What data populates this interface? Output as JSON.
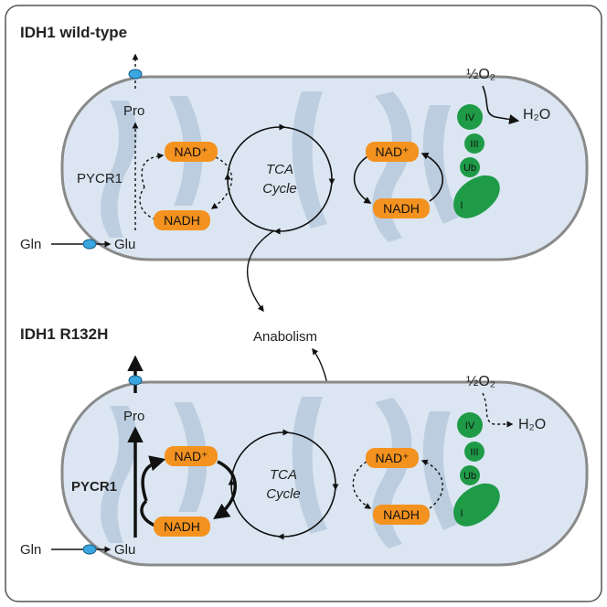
{
  "panels": [
    {
      "title": "IDH1 wild-type",
      "pro": "Pro",
      "pycr1": "PYCR1",
      "gln": "Gln",
      "glu": "Glu",
      "nad_left": "NAD⁺",
      "nadh_left": "NADH",
      "tca_line1": "TCA",
      "tca_line2": "Cycle",
      "nad_right": "NAD⁺",
      "nadh_right": "NADH",
      "half_o2": "½O₂",
      "h2o": "H₂O",
      "complexes": [
        "IV",
        "III",
        "Ub",
        "I"
      ]
    },
    {
      "title": "IDH1 R132H",
      "pro": "Pro",
      "pycr1": "PYCR1",
      "gln": "Gln",
      "glu": "Glu",
      "nad_left": "NAD⁺",
      "nadh_left": "NADH",
      "tca_line1": "TCA",
      "tca_line2": "Cycle",
      "nad_right": "NAD⁺",
      "nadh_right": "NADH",
      "half_o2": "½O₂",
      "h2o": "H₂O",
      "complexes": [
        "IV",
        "III",
        "Ub",
        "I"
      ]
    }
  ],
  "anabolism": "Anabolism",
  "colors": {
    "mito_fill": "#dbe6f2",
    "mito_stroke": "#8a8a8a",
    "cristae": "#b9cbdf",
    "nad_pill": "#f4921f",
    "complex": "#1f9b48",
    "transporter": "#3aa7e0"
  }
}
